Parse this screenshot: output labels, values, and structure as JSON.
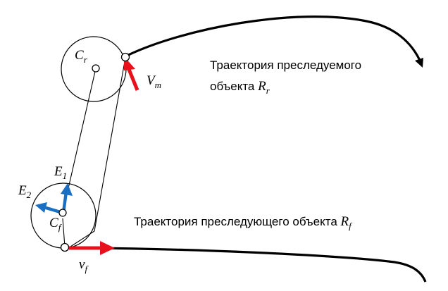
{
  "labels": {
    "cr": "C",
    "cr_sub": "r",
    "vm": "V",
    "vm_sub": "m",
    "e1": "E",
    "e1_sub": "1",
    "e2": "E",
    "e2_sub": "2",
    "cf": "C",
    "cf_sub": "f",
    "vf": "v",
    "vf_sub": "f"
  },
  "pursued_text": {
    "line1": "Траектория преследуемого",
    "line2": "объекта ",
    "sym": "R",
    "sym_sub": "r"
  },
  "pursuer_text": {
    "line1": "Траектория преследующего объекта ",
    "sym": "R",
    "sym_sub": "f"
  },
  "colors": {
    "red_arrow": "#e8101a",
    "blue_arrow": "#1b6fc2",
    "line": "#000000"
  }
}
